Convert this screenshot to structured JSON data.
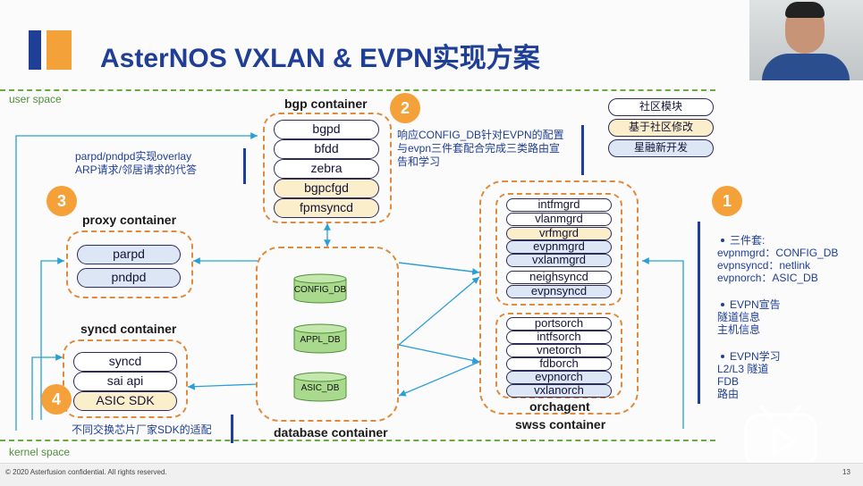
{
  "title": "AsterNOS VXLAN & EVPN实现方案",
  "space": {
    "user": "user space",
    "kernel": "kernel space"
  },
  "bgp": {
    "label": "bgp container",
    "items": [
      "bgpd",
      "bfdd",
      "zebra",
      "bgpcfgd",
      "fpmsyncd"
    ]
  },
  "proxy": {
    "label": "proxy container",
    "items": [
      "parpd",
      "pndpd"
    ]
  },
  "syncd": {
    "label": "syncd container",
    "items": [
      "syncd",
      "sai api",
      "ASIC SDK"
    ]
  },
  "database": {
    "label": "database container",
    "dbs": [
      "CONFIG_DB",
      "APPL_DB",
      "ASIC_DB"
    ]
  },
  "swss": {
    "label": "swss container",
    "mgrs": [
      "intfmgrd",
      "vlanmgrd",
      "vrfmgrd",
      "evpnmgrd",
      "vxlanmgrd",
      "neighsyncd",
      "evpnsyncd"
    ],
    "orchs": [
      "portsorch",
      "intfsorch",
      "vnetorch",
      "fdborch",
      "evpnorch",
      "vxlanorch"
    ],
    "orchagent": "orchagent"
  },
  "badges": [
    "1",
    "2",
    "3",
    "4"
  ],
  "notes": {
    "proxy": [
      "parpd/pndpd实现overlay",
      "ARP请求/邻居请求的代答"
    ],
    "bgp": [
      "响应CONFIG_DB针对EVPN的配置",
      "与evpn三件套配合完成三类路由宣",
      "告和学习"
    ],
    "sdk": "不同交换芯片厂家SDK的适配"
  },
  "legend": [
    "社区模块",
    "基于社区修改",
    "星融新开发"
  ],
  "right_notes": {
    "group1": [
      "三件套:",
      "evpnmgrd：CONFIG_DB",
      "evpnsyncd：netlink",
      "evpnorch：ASIC_DB"
    ],
    "group2": [
      "EVPN宣告",
      "隧道信息",
      "主机信息"
    ],
    "group3": [
      "EVPN学习",
      "L2/L3 隧道",
      "FDB",
      "路由"
    ]
  },
  "footer": {
    "copyright": "© 2020 Asterfusion confidential. All rights reserved.",
    "page": "13"
  },
  "colors": {
    "title": "#1f3f97",
    "accent_orange": "#f4a13a",
    "community": "#ffffff",
    "modified": "#fbeecb",
    "new": "#dde6f5",
    "arrow": "#2a9fd6"
  }
}
